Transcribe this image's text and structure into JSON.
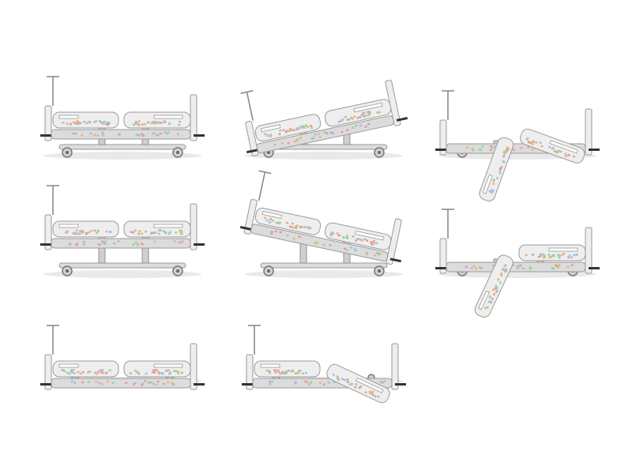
{
  "palette": {
    "background": "#ffffff",
    "frame": "#dcdcdc",
    "panel": "#eeeeee",
    "outline": "#9a9a9a",
    "accent_pink": "#e69aa8",
    "accent_green": "#9fcf9a",
    "accent_orange": "#f0b27a",
    "accent_blue": "#9ec3e6"
  },
  "beds": [
    {
      "id": "flat-high",
      "back_angle": 0,
      "knee_angle": 0,
      "tilt": 0,
      "height": "high",
      "pole": true
    },
    {
      "id": "trendelenburg",
      "back_angle": 0,
      "knee_angle": 0,
      "tilt": -12,
      "height": "high",
      "pole": true
    },
    {
      "id": "cardiac-chair",
      "back_angle": 70,
      "knee_angle": 20,
      "tilt": 0,
      "height": "low",
      "pole": true
    },
    {
      "id": "flat-max-height",
      "back_angle": 0,
      "knee_angle": 0,
      "tilt": 0,
      "height": "max",
      "pole": true
    },
    {
      "id": "reverse-trendelenburg",
      "back_angle": 0,
      "knee_angle": 0,
      "tilt": 12,
      "height": "max",
      "pole": true
    },
    {
      "id": "chair-position",
      "back_angle": 65,
      "knee_angle": 0,
      "tilt": 0,
      "height": "low",
      "pole": true
    },
    {
      "id": "flat-lowest",
      "back_angle": 0,
      "knee_angle": 0,
      "tilt": 0,
      "height": "lowest",
      "pole": true
    },
    {
      "id": "knee-raised-lowest",
      "back_angle": 0,
      "knee_angle": 25,
      "tilt": 0,
      "height": "lowest",
      "pole": true
    }
  ]
}
